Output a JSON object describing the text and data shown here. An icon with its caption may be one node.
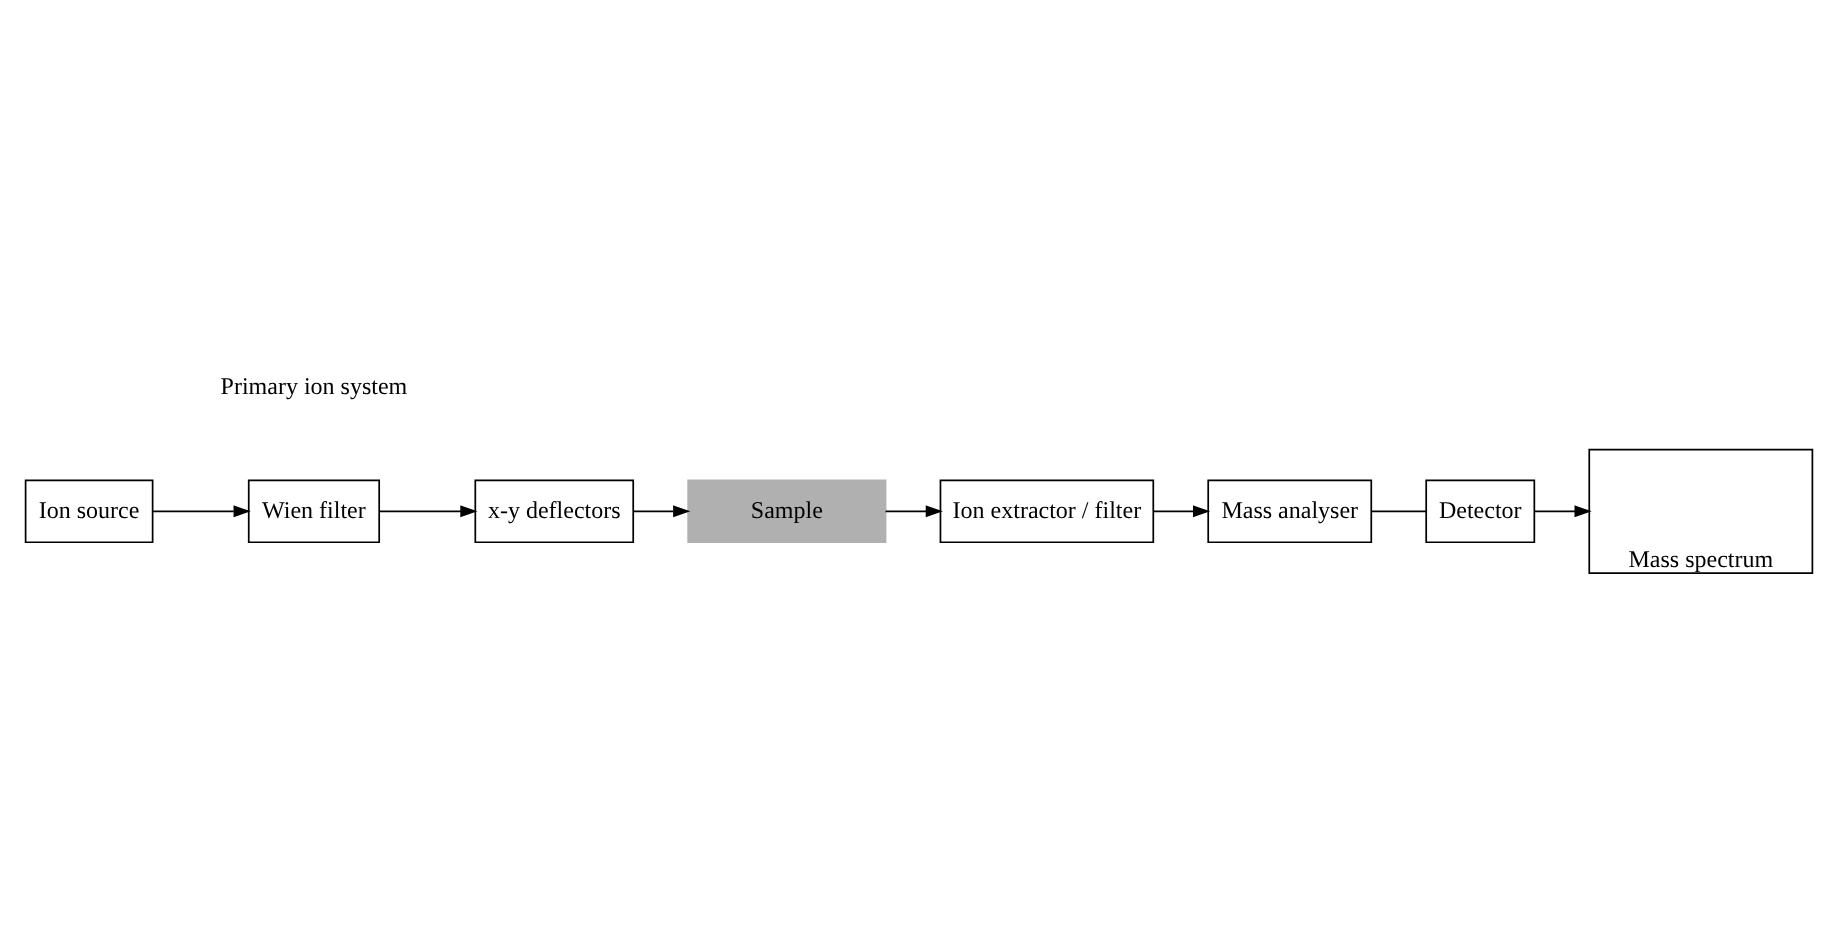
{
  "diagram": {
    "nodes": [
      {
        "text": [
          "Ion source"
        ]
      },
      {
        "text": [
          "Wien filter"
        ]
      },
      {
        "text": [
          "x-y deflectors"
        ]
      },
      {
        "text": [
          "Sample"
        ]
      },
      {
        "text": [
          "Ion extractor / filter"
        ]
      },
      {
        "text": [
          "Mass analyser"
        ]
      },
      {
        "text": [
          "Detector"
        ]
      },
      {
        "text": [
          "Mass spectrum"
        ]
      }
    ],
    "edges": [
      {
        "from": 0,
        "to": 1,
        "arrow": "to"
      },
      {
        "from": 1,
        "to": 2,
        "arrow": "to"
      },
      {
        "from": 2,
        "to": 3,
        "arrow": "to"
      },
      {
        "from": 3,
        "to": 4,
        "arrow": "to"
      },
      {
        "from": 4,
        "to": 5,
        "arrow": "to"
      },
      {
        "from": 5,
        "to": 6,
        "arrow": "none"
      },
      {
        "from": 6,
        "to": 7,
        "arrow": "to"
      }
    ],
    "labels": [
      "Primary ion system"
    ]
  }
}
